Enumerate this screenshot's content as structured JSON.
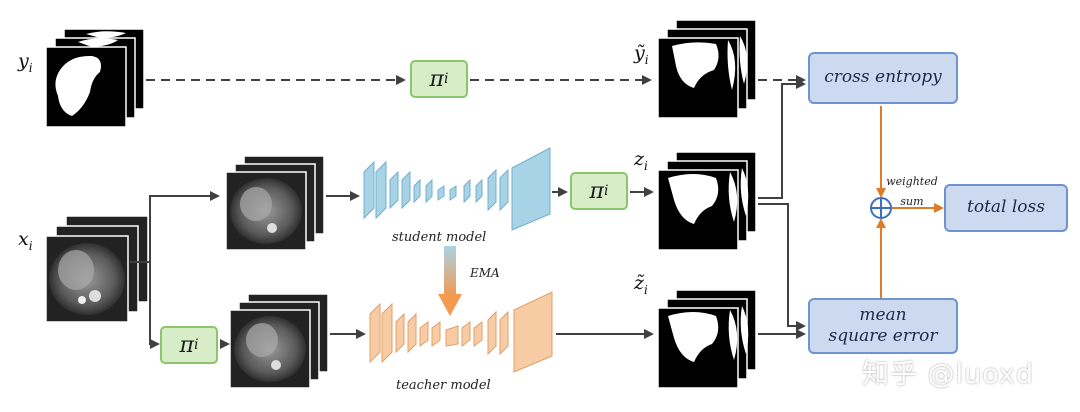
{
  "diagram": {
    "variables": {
      "y": "y",
      "y_sub": "i",
      "x": "x",
      "x_sub": "i",
      "y_tilde": "ỹ",
      "y_tilde_sub": "i",
      "z": "z",
      "z_sub": "i",
      "z_tilde": "z̃",
      "z_tilde_sub": "i"
    },
    "pi_label": "π",
    "pi_sub": "i",
    "student_model": "student model",
    "teacher_model": "teacher model",
    "ema": "EMA",
    "cross_entropy": "cross entropy",
    "mean_square_error": "mean square error",
    "weighted_sum": "weighted sum",
    "total_loss": "total loss",
    "watermark": "知乎 @luoxd"
  },
  "colors": {
    "loss_fill": "#cdd9ef",
    "loss_border": "#6d93d0",
    "pi_fill": "#d6edc8",
    "pi_border": "#8cc56c",
    "student": "#a8d3e6",
    "teacher": "#f7cba3",
    "orange_arrow": "#e07b2a",
    "dark_arrow": "#404040"
  }
}
